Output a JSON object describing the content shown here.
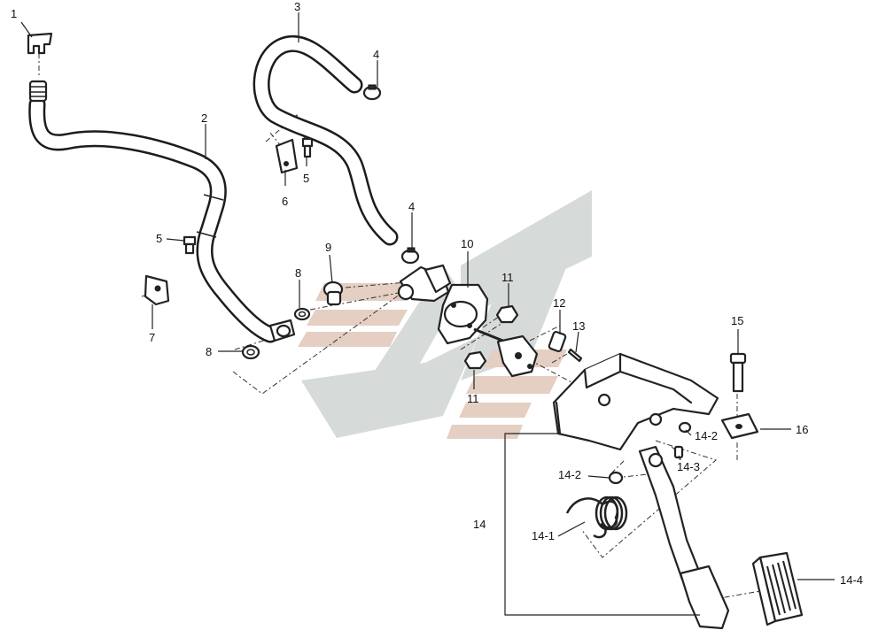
{
  "callouts": {
    "c1": "1",
    "c2": "2",
    "c3": "3",
    "c4a": "4",
    "c4b": "4",
    "c5a": "5",
    "c5b": "5",
    "c6": "6",
    "c7": "7",
    "c8a": "8",
    "c8b": "8",
    "c9": "9",
    "c10": "10",
    "c11a": "11",
    "c11b": "11",
    "c12": "12",
    "c13": "13",
    "c14": "14",
    "c14_1": "14-1",
    "c14_2a": "14-2",
    "c14_2b": "14-2",
    "c14_3": "14-3",
    "c14_4": "14-4",
    "c15": "15",
    "c16": "16"
  },
  "colors": {
    "line": "#222222",
    "watermark_grey": "#d6dad8",
    "watermark_tan": "#e4cfc2",
    "background": "#ffffff"
  }
}
